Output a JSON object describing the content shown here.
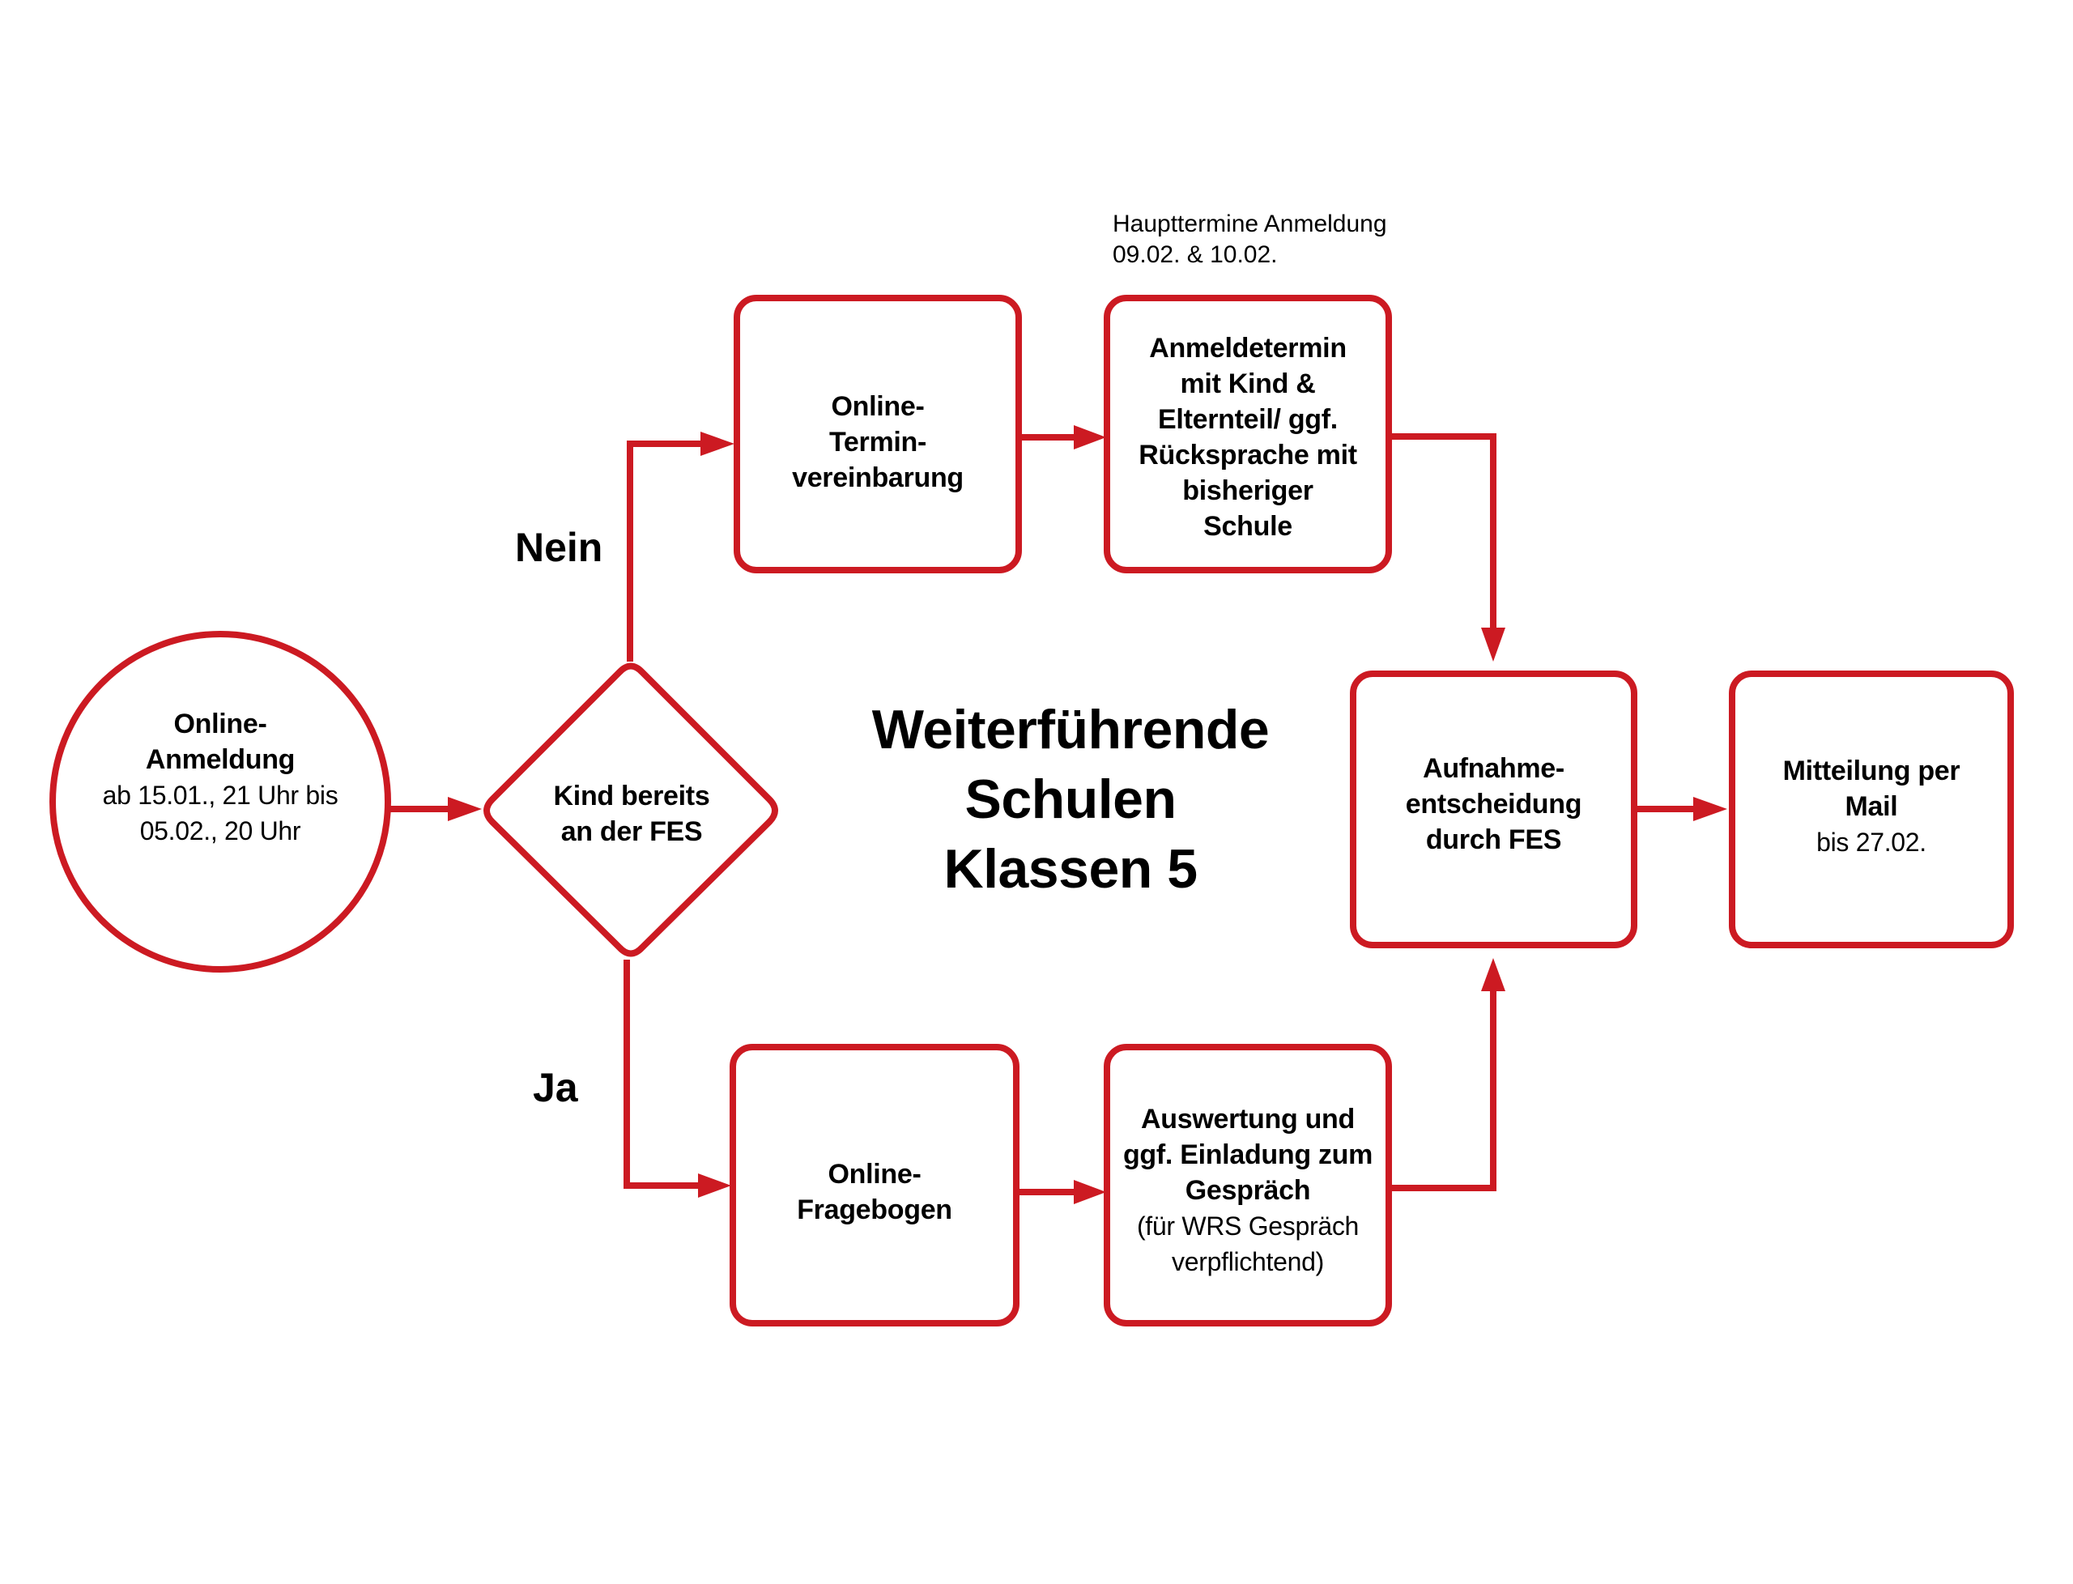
{
  "colors": {
    "accent": "#CC1A22",
    "text": "#000000",
    "background": "#FFFFFF"
  },
  "title": {
    "lines": [
      "Weiterführende",
      "Schulen",
      "Klassen 5"
    ]
  },
  "note": {
    "lines": [
      "Haupttermine Anmeldung",
      "09.02. & 10.02."
    ]
  },
  "branches": {
    "no": "Nein",
    "yes": "Ja"
  },
  "nodes": {
    "start": {
      "shape": "circle",
      "bold": [
        "Online-",
        "Anmeldung"
      ],
      "regular": [
        "ab 15.01., 21 Uhr bis",
        "05.02., 20 Uhr"
      ]
    },
    "decision": {
      "shape": "diamond",
      "bold": [
        "Kind bereits",
        "an der FES"
      ]
    },
    "termin": {
      "shape": "box",
      "bold": [
        "Online-",
        "Termin-",
        "vereinbarung"
      ]
    },
    "anmeldetermin": {
      "shape": "box",
      "bold": [
        "Anmeldetermin",
        "mit Kind &",
        "Elternteil/ ggf.",
        "Rücksprache mit",
        "bisheriger",
        "Schule"
      ]
    },
    "fragebogen": {
      "shape": "box",
      "bold": [
        "Online-",
        "Fragebogen"
      ]
    },
    "auswertung": {
      "shape": "box",
      "bold": [
        "Auswertung und",
        "ggf. Einladung zum",
        "Gespräch"
      ],
      "regular": [
        "(für WRS Gespräch",
        "verpflichtend)"
      ]
    },
    "aufnahme": {
      "shape": "box",
      "bold": [
        "Aufnahme-",
        "entscheidung",
        "durch FES"
      ]
    },
    "mitteilung": {
      "shape": "box",
      "bold": [
        "Mitteilung per",
        "Mail"
      ],
      "regular": [
        "bis 27.02."
      ]
    }
  },
  "edges": [
    {
      "from": "start",
      "to": "decision"
    },
    {
      "from": "decision",
      "to": "termin",
      "label": "Nein"
    },
    {
      "from": "decision",
      "to": "fragebogen",
      "label": "Ja"
    },
    {
      "from": "termin",
      "to": "anmeldetermin"
    },
    {
      "from": "fragebogen",
      "to": "auswertung"
    },
    {
      "from": "anmeldetermin",
      "to": "aufnahme"
    },
    {
      "from": "auswertung",
      "to": "aufnahme"
    },
    {
      "from": "aufnahme",
      "to": "mitteilung"
    }
  ]
}
